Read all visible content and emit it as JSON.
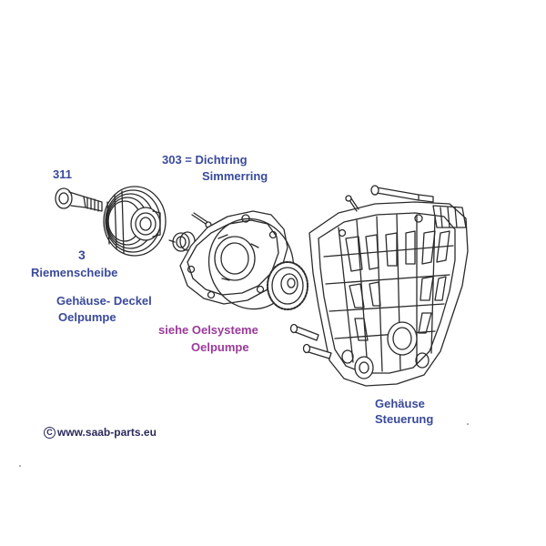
{
  "labels": {
    "part_311": "311",
    "part_303_line1": "303 = Dichtring",
    "part_303_line2": "Simmerring",
    "part_3_num": "3",
    "part_3_name": "Riemenscheibe",
    "housing_cover_line1": "Gehäuse- Deckel",
    "housing_cover_line2": "Oelpumpe",
    "oil_ref_line1": "siehe Oelsysteme",
    "oil_ref_line2": "Oelpumpe",
    "timing_housing_line1": "Gehäuse",
    "timing_housing_line2": "Steuerung"
  },
  "copyright": {
    "symbol": "C",
    "text": "www.saab-parts.eu"
  },
  "colors": {
    "label_blue": "#3a4a9a",
    "label_purple": "#9a3a9a",
    "label_dark": "#2a2a5a",
    "line": "#2b2b2b"
  }
}
